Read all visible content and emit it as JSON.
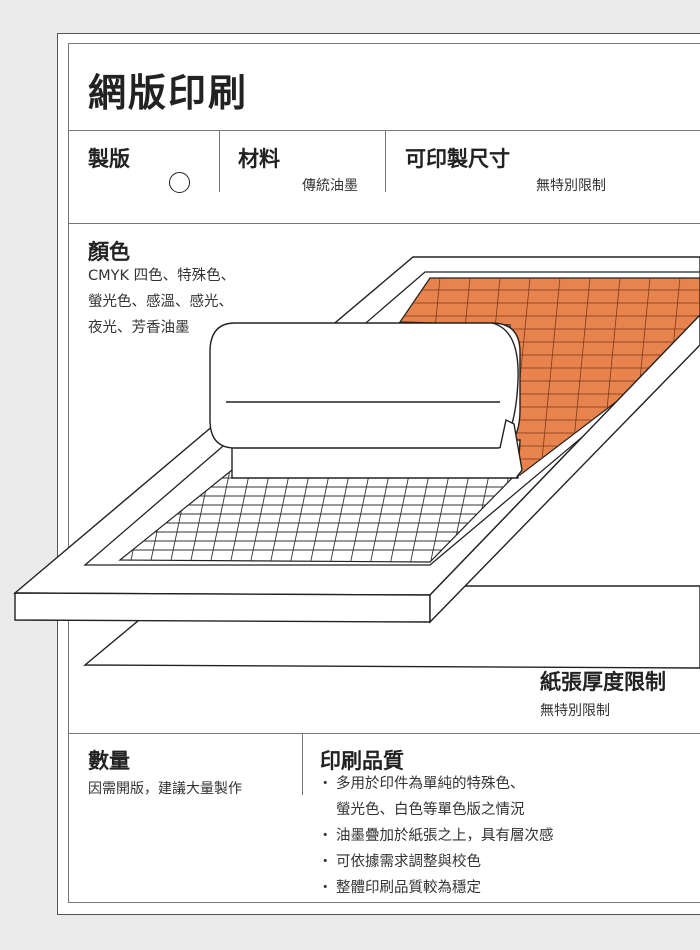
{
  "title": "網版印刷",
  "plate": {
    "label": "製版",
    "mark_icon": "circle-icon"
  },
  "material": {
    "label": "材料",
    "value": "傳統油墨"
  },
  "print_size": {
    "label": "可印製尺寸",
    "value": "無特別限制"
  },
  "color": {
    "label": "顏色",
    "lines": [
      "CMYK 四色、特殊色、",
      "螢光色、感溫、感光、",
      "夜光、芳香油墨"
    ]
  },
  "paper": {
    "label": "紙張厚度限制",
    "value": "無特別限制"
  },
  "quantity": {
    "label": "數量",
    "value": "因需開版，建議大量製作"
  },
  "quality": {
    "label": "印刷品質",
    "items": [
      "多用於印件為單純的特殊色、",
      "螢光色、白色等單色版之情況",
      "油墨疊加於紙張之上，具有層次感",
      "可依據需求調整與校色",
      "整體印刷品質較為穩定"
    ]
  },
  "colors": {
    "ink": "#e8834d",
    "line": "#222222",
    "background": "#ebebeb"
  }
}
